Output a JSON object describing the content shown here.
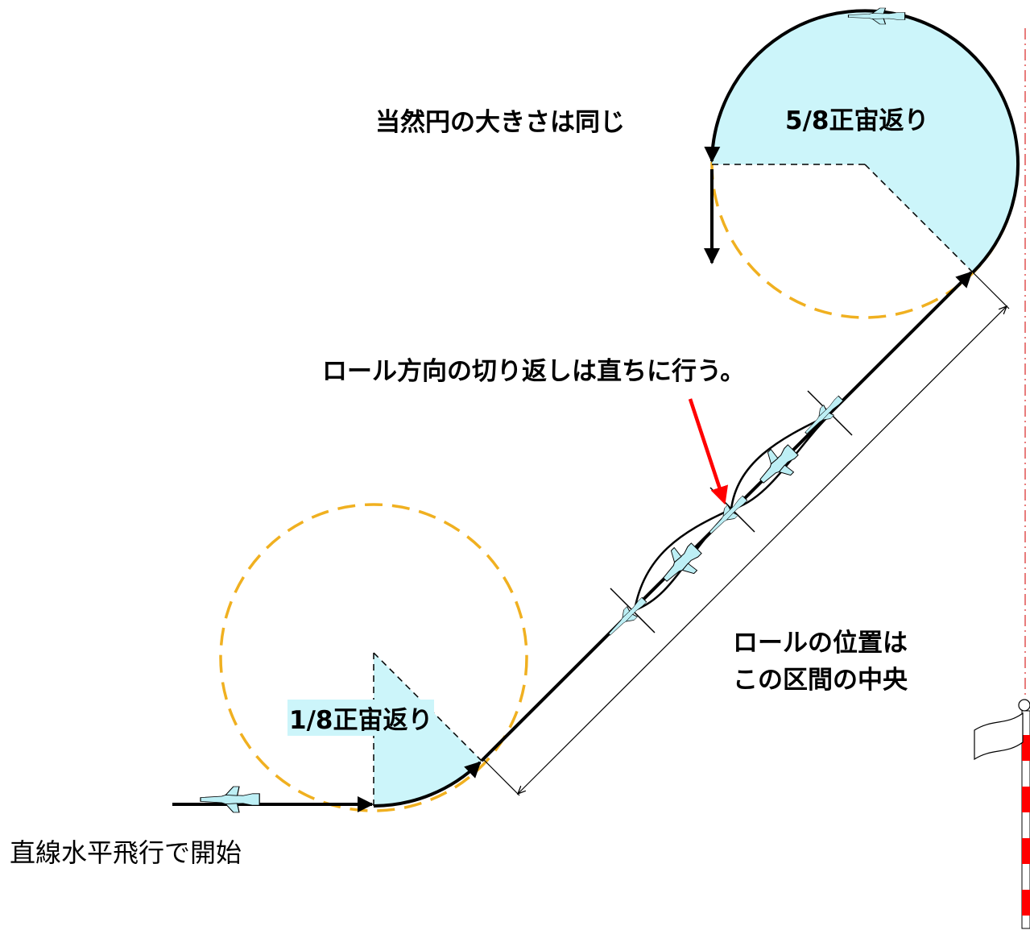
{
  "labels": {
    "circle_size_note": "当然円の大きさは同じ",
    "five_eighths_loop": "5/8正宙返り",
    "one_eighth_loop": "1/8正宙返り",
    "roll_reversal_note": "ロール方向の切り返しは直ちに行う。",
    "roll_position_line1": "ロールの位置は",
    "roll_position_line2": "この区間の中央",
    "start_note": "直線水平飛行で開始"
  },
  "colors": {
    "loop_fill": "#ccf5fa",
    "dashed_circle": "#f0b020",
    "path": "#000000",
    "pointer_arrow": "#ff0000",
    "centerline": "#e05050",
    "pole_stripe": "#ff0000",
    "aircraft": "#bdeff5"
  },
  "icons": {
    "aircraft": "airplane-icon",
    "flag": "flag-icon"
  }
}
